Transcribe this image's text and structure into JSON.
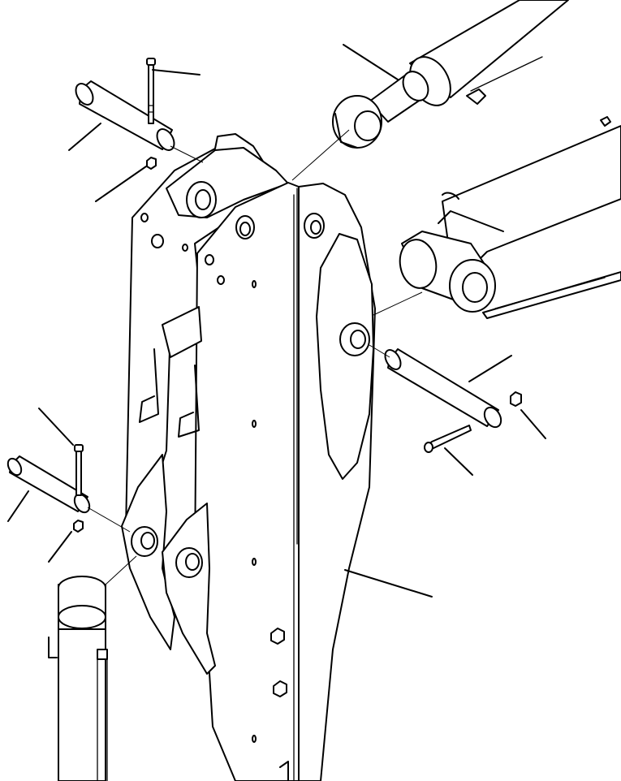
{
  "diagram": {
    "kind": "exploded-parts-view",
    "line_color": "#000000",
    "background": "#ffffff",
    "components": [
      "arm-weldment",
      "bucket-cylinder",
      "arm-cylinder",
      "boom-cylinder",
      "top-pin",
      "middle-pin",
      "lower-pin",
      "pin-bolt-top",
      "pin-bolt-middle",
      "pin-bolt-lower",
      "nut-top",
      "nut-middle",
      "nut-lower",
      "grease-fitting"
    ]
  }
}
